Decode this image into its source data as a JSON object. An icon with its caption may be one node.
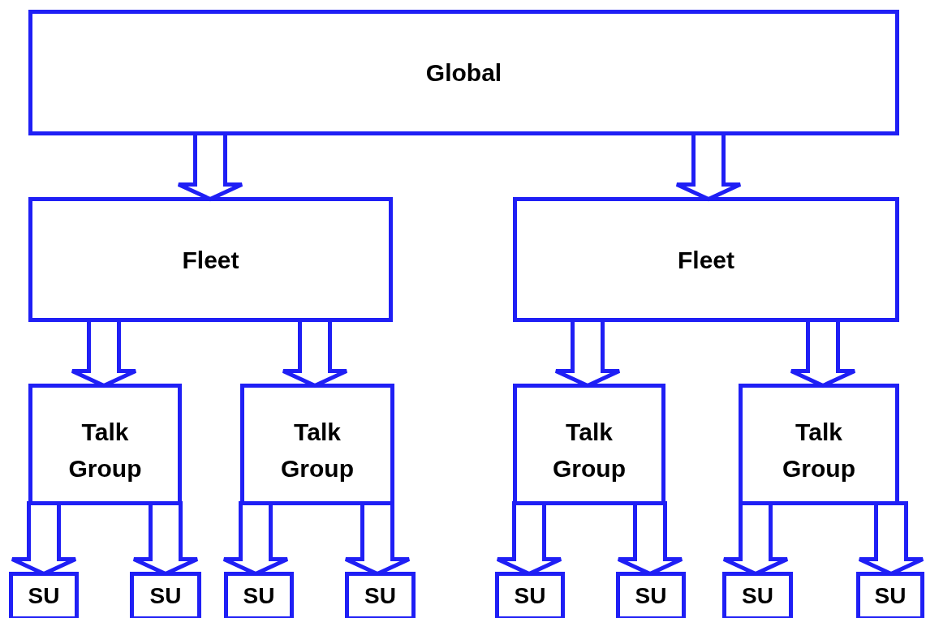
{
  "diagram": {
    "nodes": [
      {
        "text": [
          "Global"
        ]
      },
      {
        "text": [
          "Fleet"
        ]
      },
      {
        "text": [
          "Fleet"
        ]
      },
      {
        "text": [
          "Talk Group"
        ]
      },
      {
        "text": [
          "Talk Group"
        ]
      },
      {
        "text": [
          "Talk Group"
        ]
      },
      {
        "text": [
          "Talk Group"
        ]
      },
      {
        "text": [
          "SU"
        ]
      },
      {
        "text": [
          "SU"
        ]
      },
      {
        "text": [
          "SU"
        ]
      },
      {
        "text": [
          "SU"
        ]
      },
      {
        "text": [
          "SU"
        ]
      },
      {
        "text": [
          "SU"
        ]
      },
      {
        "text": [
          "SU"
        ]
      },
      {
        "text": [
          "SU"
        ]
      }
    ],
    "edges": [
      {
        "from": 0,
        "to": 1,
        "arrow": "to"
      },
      {
        "from": 0,
        "to": 2,
        "arrow": "to"
      },
      {
        "from": 1,
        "to": 3,
        "arrow": "to"
      },
      {
        "from": 1,
        "to": 4,
        "arrow": "to"
      },
      {
        "from": 2,
        "to": 5,
        "arrow": "to"
      },
      {
        "from": 2,
        "to": 6,
        "arrow": "to"
      },
      {
        "from": 3,
        "to": 7,
        "arrow": "to"
      },
      {
        "from": 3,
        "to": 8,
        "arrow": "to"
      },
      {
        "from": 4,
        "to": 9,
        "arrow": "to"
      },
      {
        "from": 4,
        "to": 10,
        "arrow": "to"
      },
      {
        "from": 5,
        "to": 11,
        "arrow": "to"
      },
      {
        "from": 5,
        "to": 12,
        "arrow": "to"
      },
      {
        "from": 6,
        "to": 13,
        "arrow": "to"
      },
      {
        "from": 6,
        "to": 14,
        "arrow": "to"
      }
    ]
  }
}
